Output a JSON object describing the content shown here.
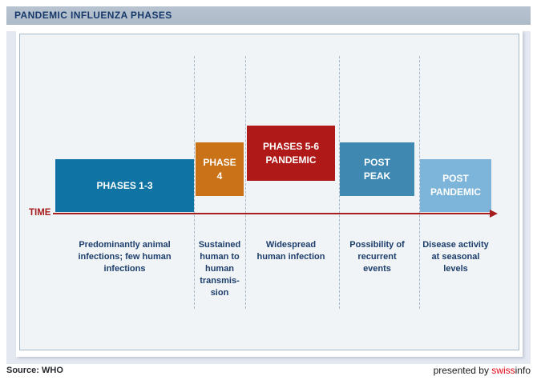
{
  "header": {
    "title": "PANDEMIC INFLUENZA PHASES"
  },
  "timeline": {
    "label": "TIME",
    "axis_color": "#a61e1e"
  },
  "phases": [
    {
      "id": "phases-1-3",
      "label": "PHASES 1-3",
      "description": "Predominantly animal\ninfections; few human\ninfections",
      "color": "#0f73a3"
    },
    {
      "id": "phase-4",
      "label": "PHASE\n4",
      "description": "Sustained\nhuman to\nhuman\ntransmis-\nsion",
      "color": "#c97217"
    },
    {
      "id": "phases-5-6",
      "label": "PHASES 5-6\nPANDEMIC",
      "description": "Widespread\nhuman infection",
      "color": "#af1a19"
    },
    {
      "id": "post-peak",
      "label": "POST\nPEAK",
      "description": "Possibility of\nrecurrent\nevents",
      "color": "#3e88b1"
    },
    {
      "id": "post-pandemic",
      "label": "POST\nPANDEMIC",
      "description": "Disease activity\nat seasonal\nlevels",
      "color": "#7cb5d9"
    }
  ],
  "footer": {
    "source": "Source: WHO",
    "presented_by_prefix": "presented by ",
    "brand_red": "swiss",
    "brand_dark": "info"
  },
  "colors": {
    "header_bg": "#b1bdca",
    "header_text": "#16396a",
    "frame_bg": "#e4e8f1",
    "panel_bg": "#f0f4f7",
    "panel_border": "#a8b8c4",
    "dashed_divider": "#a9bacb",
    "timeline_red": "#a61e1e",
    "description_text": "#1d3e6b",
    "box_text": "#ffffff",
    "brand_red": "#e30613"
  }
}
